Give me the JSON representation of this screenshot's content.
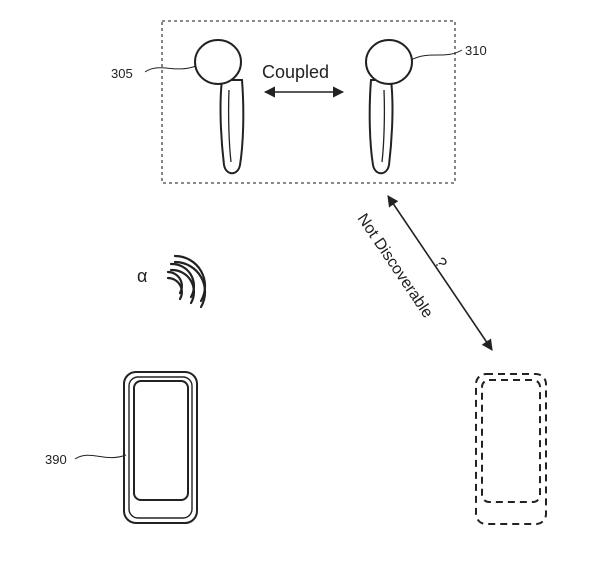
{
  "diagram": {
    "labels": {
      "earbud_left_ref": "305",
      "earbud_right_ref": "310",
      "coupled": "Coupled",
      "not_discoverable": "Not Discoverable",
      "question": "?",
      "alpha": "α",
      "phone_ref": "390"
    },
    "colors": {
      "stroke": "#222222",
      "dashed_box": "#444444",
      "background": "#ffffff"
    },
    "icons": [
      "earbud-icon",
      "wireless-signal-icon",
      "smartphone-icon",
      "dashed-smartphone-icon"
    ]
  }
}
